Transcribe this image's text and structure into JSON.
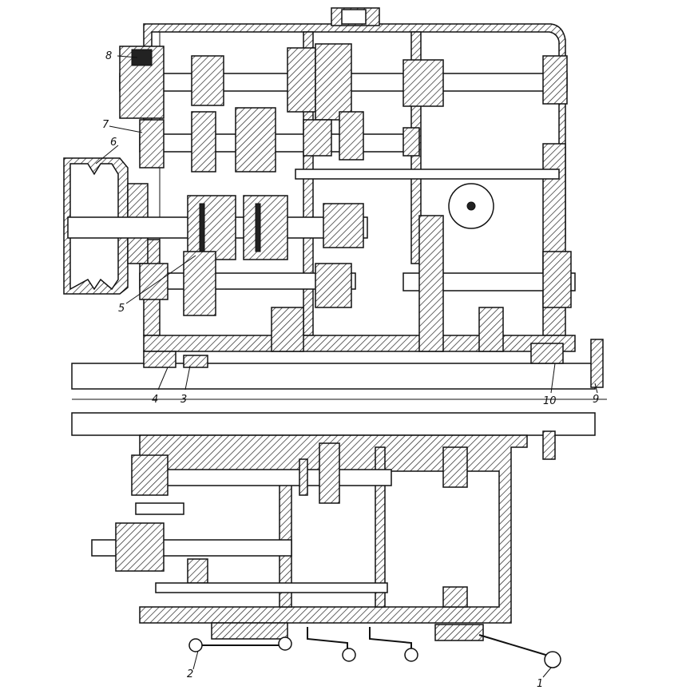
{
  "drawing": {
    "callouts": {
      "c1": "1",
      "c2": "2",
      "c3": "3",
      "c4": "4",
      "c5": "5",
      "c6": "6",
      "c7": "7",
      "c8": "8",
      "c9": "9",
      "c10": "10"
    }
  }
}
